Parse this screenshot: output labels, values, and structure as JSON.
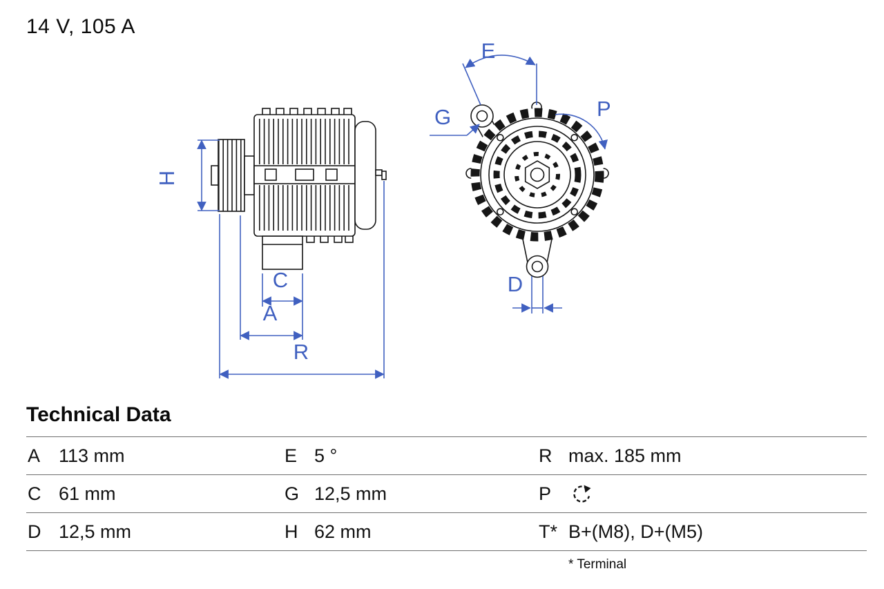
{
  "header": {
    "rating": "14 V, 105 A"
  },
  "diagram": {
    "labels": {
      "H": "H",
      "C": "C",
      "A": "A",
      "R": "R",
      "E": "E",
      "G": "G",
      "P": "P",
      "D": "D"
    },
    "dimension_color": "#4060c0",
    "line_color": "#161616"
  },
  "icons": {
    "rotation_direction": "dashed-circular-arrow"
  },
  "table": {
    "title": "Technical Data",
    "rows": [
      [
        {
          "key": "A",
          "value": "113 mm"
        },
        {
          "key": "E",
          "value": "5 °"
        },
        {
          "key": "R",
          "value": "max. 185 mm"
        }
      ],
      [
        {
          "key": "C",
          "value": "61 mm"
        },
        {
          "key": "G",
          "value": "12,5 mm"
        },
        {
          "key": "P",
          "value": "",
          "icon": "rotation-direction-icon"
        }
      ],
      [
        {
          "key": "D",
          "value": "12,5 mm"
        },
        {
          "key": "H",
          "value": "62 mm"
        },
        {
          "key": "T*",
          "value": "B+(M8), D+(M5)"
        }
      ]
    ],
    "footnote": "* Terminal"
  }
}
